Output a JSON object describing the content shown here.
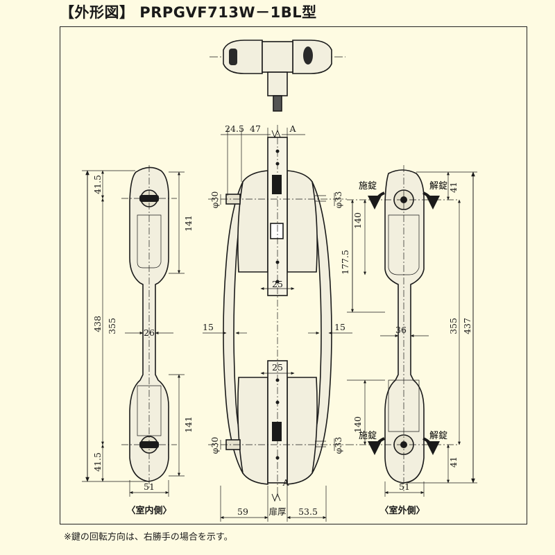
{
  "title": "【外形図】 PRPGVF713W－1BL型",
  "note": "※鍵の回転方向は、右勝手の場合を示す。",
  "views": {
    "left": {
      "caption": "〈室内側〉",
      "dims": {
        "top": "41.5",
        "upper_grip": "141",
        "overall": "438",
        "span": "355",
        "width_mid": "26",
        "lower_grip": "141",
        "bottom": "41.5",
        "width_base": "51"
      }
    },
    "side": {
      "dims": {
        "d1": "24.5",
        "d2": "47",
        "section_top": "A",
        "phi30_top": "φ30",
        "phi33_top": "φ33",
        "w25_top": "25",
        "left15": "15",
        "right15": "15",
        "w25_bottom": "25",
        "phi30_bottom": "φ30",
        "phi33_bottom": "φ33",
        "section_bottom": "A",
        "b59": "59",
        "door": "扉厚",
        "b535": "53.5"
      }
    },
    "right": {
      "caption": "〈室外側〉",
      "lock_label": "施錠",
      "unlock_label": "解錠",
      "dims": {
        "top": "41",
        "upper": "140",
        "upper_span": "177.5",
        "span": "355",
        "overall": "437",
        "width_mid": "36",
        "lower": "140",
        "bottom": "41",
        "width_base": "51"
      }
    }
  },
  "colors": {
    "background": "#fefbe2",
    "part_fill": "#f2efde",
    "dark": "#1a1a1a",
    "grip_shade": "#d9d6c4"
  }
}
